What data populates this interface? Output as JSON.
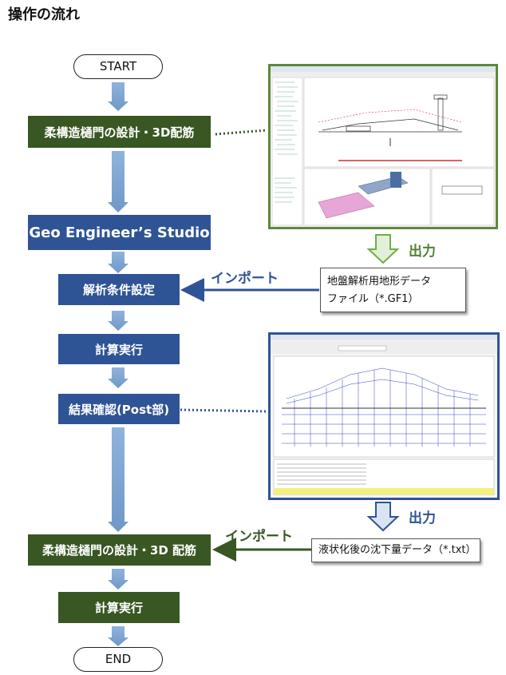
{
  "title": "操作の流れ",
  "flow": {
    "start": "START",
    "end": "END",
    "step1": "柔構造樋門の設計・3D配筋",
    "step2": "Geo Engineer’s Studio",
    "step3": "解析条件設定",
    "step4": "計算実行",
    "step5": "結果確認(Post部)",
    "step6": "柔構造樋門の設計・3D 配筋",
    "step7": "計算実行"
  },
  "connectors": {
    "output1": "出力",
    "import1": "インポート",
    "output2": "出力",
    "import2": "インポート"
  },
  "callouts": {
    "gf1_line1": "地盤解析用地形データ",
    "gf1_line2": "ファイル（*.GF1）",
    "txt": "液状化後の沈下量データ（*.txt）"
  },
  "colors": {
    "green": "#385723",
    "blue": "#2f5496",
    "arrow_blue": "#7ea6d4",
    "frame_green": "#5b8a3a",
    "frame_blue": "#2f5496"
  }
}
